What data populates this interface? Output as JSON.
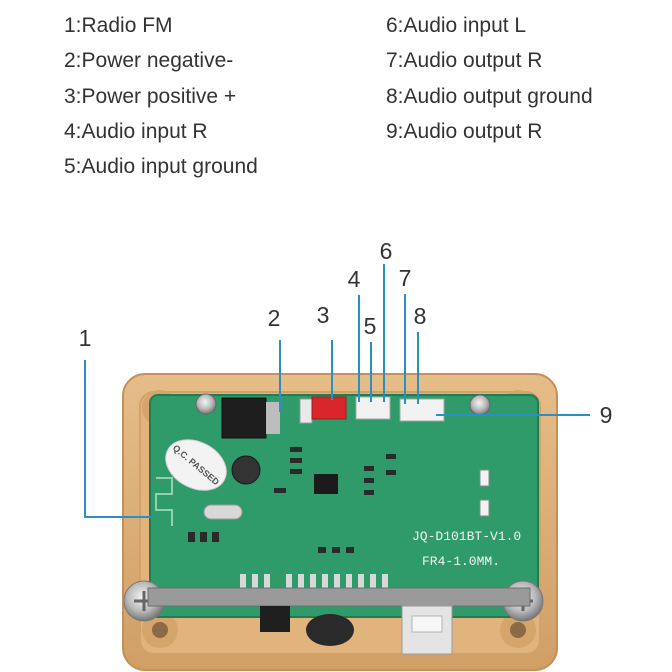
{
  "legend": {
    "left": [
      "1:Radio FM",
      "2:Power negative-",
      "3:Power positive +",
      "4:Audio input R",
      "5:Audio input ground"
    ],
    "right": [
      "6:Audio input L",
      "7:Audio output R",
      "8:Audio output ground",
      "9:Audio output R"
    ]
  },
  "callouts": [
    "1",
    "2",
    "3",
    "4",
    "5",
    "6",
    "7",
    "8",
    "9"
  ],
  "board": {
    "model": "JQ-D101BT-V1.0",
    "material": "FR4-1.0MM.",
    "stamp": "Q.C. PASSED"
  },
  "colors": {
    "board": "#2f9a6a",
    "case": "#dcae78",
    "connector_red": "#d9262b",
    "connector_white": "#f2f2f2",
    "leader_line": "#2a8fc4"
  }
}
